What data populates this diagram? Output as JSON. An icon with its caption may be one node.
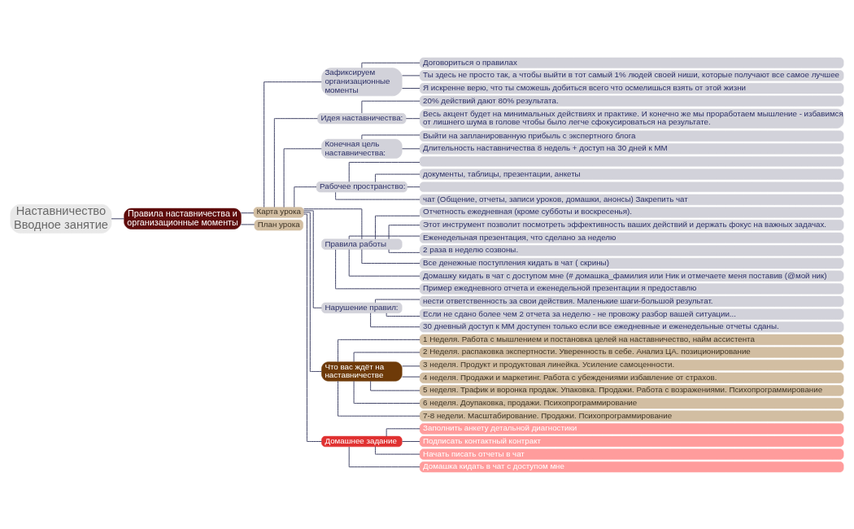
{
  "diagram": {
    "nodes": [
      {
        "text": [
          "Наставничество Вводное занятие"
        ]
      },
      {
        "text": [
          "Правила наставничества и организационные моменты"
        ]
      },
      {
        "text": [
          "Карта урока"
        ]
      },
      {
        "text": [
          "Зафиксируем организационные моменты"
        ]
      },
      {
        "text": [
          "Договориться о правилах"
        ]
      },
      {
        "text": [
          "Ты здесь не просто так, а чтобы выйти в тот самый 1% людей своей ниши, которые получают все самое лучшее"
        ]
      },
      {
        "text": [
          "Я искренне верю, что ты сможешь добиться всего что осмелишься взять от этой жизни"
        ]
      },
      {
        "text": [
          "Идея наставничества:"
        ]
      },
      {
        "text": [
          "20% действий дают 80% результата."
        ]
      },
      {
        "text": [
          "Весь акцент будет на минимальных действиях и практике. И конечно же мы проработаем мышление - избавимся от лишнего шума в голове чтобы было легче сфокусироваться на результате."
        ]
      },
      {
        "text": [
          "Конечная цель наставничества:"
        ]
      },
      {
        "text": [
          "Выйти на запланированную прибыль с экспертного блога"
        ]
      },
      {
        "text": [
          "Длительность наставничества 8 недель + доступ на 30 дней к ММ"
        ]
      },
      {
        "text": [
          "Рабочее пространство:"
        ]
      },
      {
        "text": [],
        "shape": "box"
      },
      {
        "text": [
          "документы, таблицы, презентации, анкеты"
        ]
      },
      {
        "text": [],
        "shape": "box"
      },
      {
        "text": [
          "чат (Общение, отчеты, записи уроков, домашки, анонсы) Закрепить чат"
        ]
      },
      {
        "text": [
          "Правила работы"
        ]
      },
      {
        "text": [
          "Отчетность ежедневная (кроме субботы и воскресенья)."
        ]
      },
      {
        "text": [
          "Этот инструмент позволит посмотреть эффективность ваших действий и держать фокус на важных задачах."
        ]
      },
      {
        "text": [
          "Еженедельная презентация, что сделано за неделю"
        ]
      },
      {
        "text": [
          "2 раза в неделю созвоны."
        ]
      },
      {
        "text": [
          "Все денежные поступления кидать в чат ( скрины)"
        ]
      },
      {
        "text": [
          "Домашку кидать в чат с доступом мне (# домашка_фамилия или Ник и отмечаете меня поставив (@мой ник)"
        ]
      },
      {
        "text": [
          "Пример ежедневного отчета и еженедельной презентации я предоставлю"
        ]
      },
      {
        "text": [
          "Нарушение правил:"
        ]
      },
      {
        "text": [
          "нести ответственность за свои действия. Маленькие шаги-большой результат."
        ]
      },
      {
        "text": [
          "Если не сдано более чем 2 отчета за неделю - не провожу разбор вашей ситуации..."
        ]
      },
      {
        "text": [
          "30 дневный доступ к ММ доступен только если все ежедневные и еженедельные отчеты сданы."
        ]
      },
      {
        "text": [
          "Что вас ждёт на наставничестве"
        ]
      },
      {
        "text": [
          "1 Неделя. Работа с мышлением и постановка целей на наставничество, найм ассистента"
        ]
      },
      {
        "text": [
          "2 Неделя. распаковка экспертности. Уверенность в себе. Анализ ЦА. позиционирование"
        ]
      },
      {
        "text": [
          "3 неделя. Продукт и продуктовая линейка. Усиление самоценности."
        ]
      },
      {
        "text": [
          "4 неделя. Продажи и маркетинг. Работа с убеждениями избавление от страхов."
        ]
      },
      {
        "text": [
          "5 неделя. Трафик и воронка продаж. Упаковка. Продажи. Работа с возражениями. Психопрограммирование"
        ]
      },
      {
        "text": [
          "6 неделя. Доупаковка, продажи. Психопрограммирование"
        ]
      },
      {
        "text": [
          "7-8 недели. Масштабирование. Продажи. Психопрограммирование"
        ]
      },
      {
        "text": [
          "Домашнее задание"
        ]
      },
      {
        "text": [
          "Заполнить анкету детальной диагностики"
        ]
      },
      {
        "text": [
          "Подписать контактный контракт"
        ]
      },
      {
        "text": [
          "Начать писать отчеты в чат"
        ]
      },
      {
        "text": [
          "Домашка кидать в чат с доступом мне"
        ]
      },
      {
        "text": [
          "План урока"
        ]
      }
    ],
    "edges": [
      {
        "from": 0,
        "to": 1,
        "arrow": "none"
      },
      {
        "from": 1,
        "to": 2,
        "arrow": "none"
      },
      {
        "from": 2,
        "to": 3,
        "arrow": "none"
      },
      {
        "from": 3,
        "to": 4,
        "arrow": "none"
      },
      {
        "from": 3,
        "to": 5,
        "arrow": "none"
      },
      {
        "from": 3,
        "to": 6,
        "arrow": "none"
      },
      {
        "from": 2,
        "to": 7,
        "arrow": "none"
      },
      {
        "from": 7,
        "to": 8,
        "arrow": "none"
      },
      {
        "from": 7,
        "to": 9,
        "arrow": "none"
      },
      {
        "from": 2,
        "to": 10,
        "arrow": "none"
      },
      {
        "from": 10,
        "to": 11,
        "arrow": "none"
      },
      {
        "from": 10,
        "to": 12,
        "arrow": "none"
      },
      {
        "from": 2,
        "to": 13,
        "arrow": "none"
      },
      {
        "from": 13,
        "to": 14,
        "arrow": "none"
      },
      {
        "from": 13,
        "to": 15,
        "arrow": "none"
      },
      {
        "from": 13,
        "to": 16,
        "arrow": "none"
      },
      {
        "from": 13,
        "to": 17,
        "arrow": "none"
      },
      {
        "from": 2,
        "to": 18,
        "arrow": "none"
      },
      {
        "from": 18,
        "to": 19,
        "arrow": "none"
      },
      {
        "from": 18,
        "to": 20,
        "arrow": "none"
      },
      {
        "from": 18,
        "to": 21,
        "arrow": "none"
      },
      {
        "from": 18,
        "to": 22,
        "arrow": "none"
      },
      {
        "from": 18,
        "to": 23,
        "arrow": "none"
      },
      {
        "from": 18,
        "to": 24,
        "arrow": "none"
      },
      {
        "from": 18,
        "to": 25,
        "arrow": "none"
      },
      {
        "from": 2,
        "to": 26,
        "arrow": "none"
      },
      {
        "from": 26,
        "to": 27,
        "arrow": "none"
      },
      {
        "from": 26,
        "to": 28,
        "arrow": "none"
      },
      {
        "from": 26,
        "to": 29,
        "arrow": "none"
      },
      {
        "from": 2,
        "to": 30,
        "arrow": "none"
      },
      {
        "from": 30,
        "to": 31,
        "arrow": "none"
      },
      {
        "from": 30,
        "to": 32,
        "arrow": "none"
      },
      {
        "from": 30,
        "to": 33,
        "arrow": "none"
      },
      {
        "from": 30,
        "to": 34,
        "arrow": "none"
      },
      {
        "from": 30,
        "to": 35,
        "arrow": "none"
      },
      {
        "from": 30,
        "to": 36,
        "arrow": "none"
      },
      {
        "from": 30,
        "to": 37,
        "arrow": "none"
      },
      {
        "from": 2,
        "to": 38,
        "arrow": "none"
      },
      {
        "from": 38,
        "to": 39,
        "arrow": "none"
      },
      {
        "from": 38,
        "to": 40,
        "arrow": "none"
      },
      {
        "from": 38,
        "to": 41,
        "arrow": "none"
      },
      {
        "from": 38,
        "to": 42,
        "arrow": "none"
      },
      {
        "from": 1,
        "to": 43,
        "arrow": "none"
      }
    ]
  }
}
